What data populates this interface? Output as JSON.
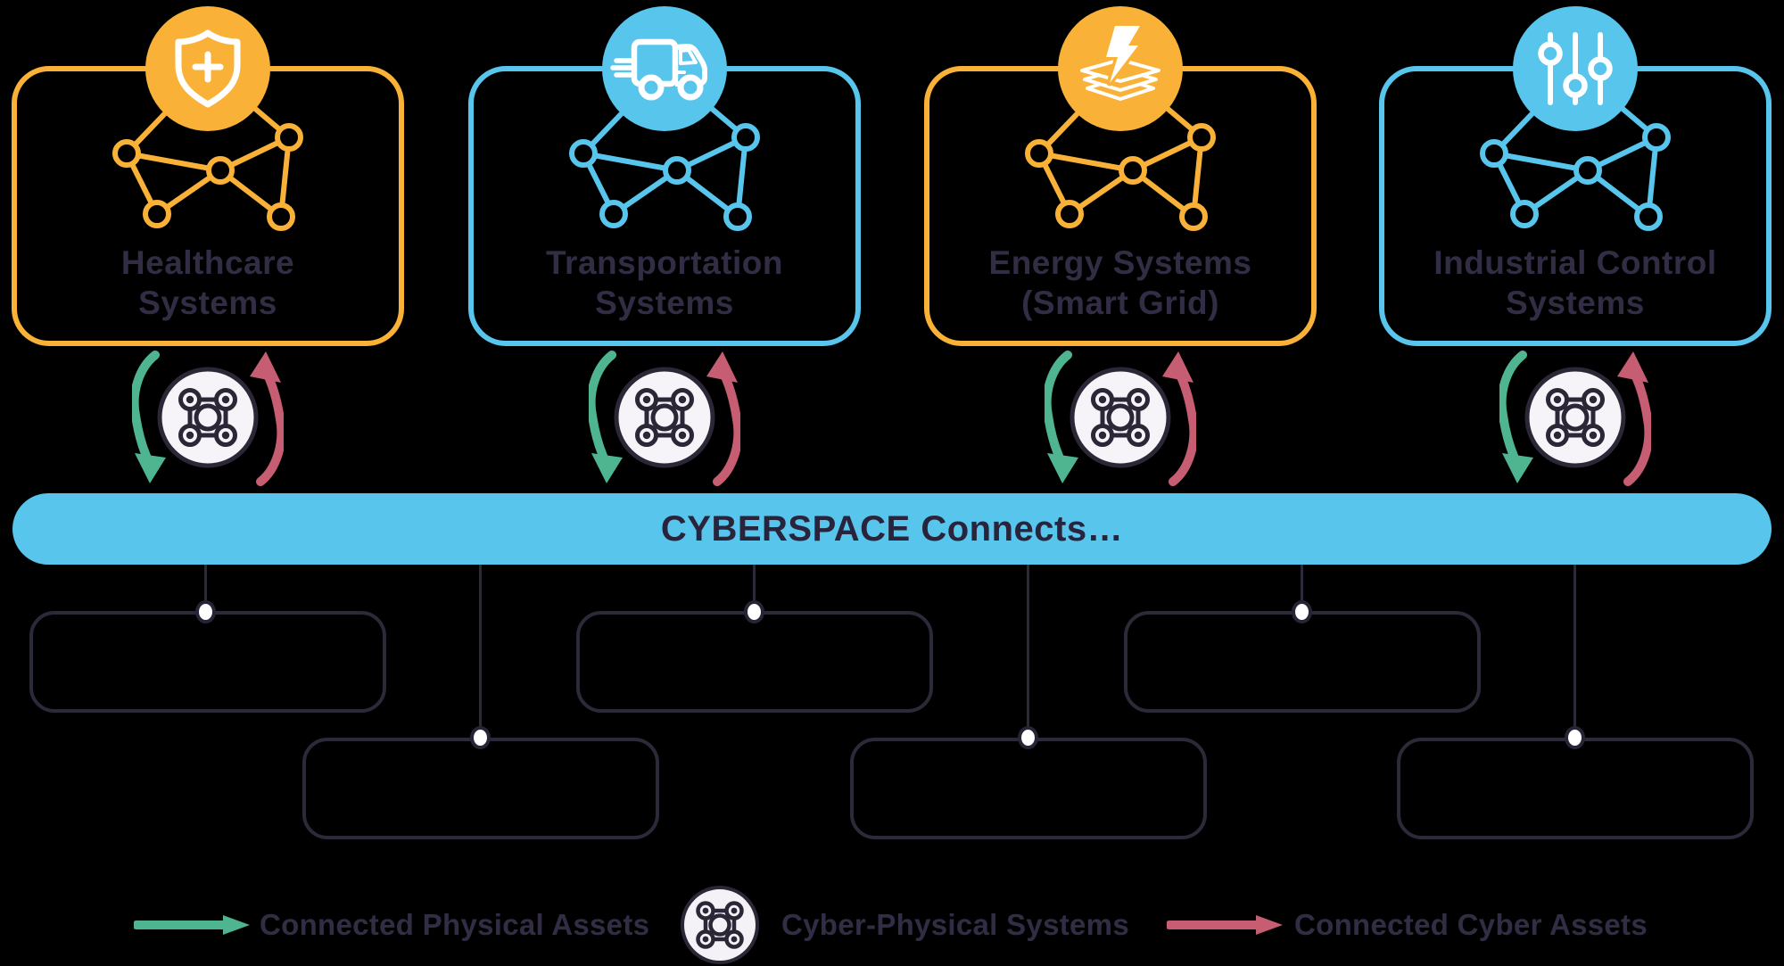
{
  "canvas": {
    "background": "#000000"
  },
  "systems": [
    {
      "name": "Healthcare Systems",
      "title_line1": "Healthcare",
      "title_line2": "Systems",
      "accent_color": "#F9B237",
      "icon": "shield-plus-icon"
    },
    {
      "name": "Transportation Systems",
      "title_line1": "Transportation",
      "title_line2": "Systems",
      "accent_color": "#58C5EC",
      "icon": "delivery-truck-icon"
    },
    {
      "name": "Energy Systems (Smart Grid)",
      "title_line1": "Energy Systems",
      "title_line2": "(Smart Grid)",
      "accent_color": "#F9B237",
      "icon": "energy-layers-icon"
    },
    {
      "name": "Industrial Control Systems",
      "title_line1": "Industrial Control",
      "title_line2": "Systems",
      "accent_color": "#58C5EC",
      "icon": "control-sliders-icon"
    }
  ],
  "cyberspace_bar": {
    "label": "CYBERSPACE Connects…",
    "fill_color": "#58C5EC",
    "text_color": "#29243B"
  },
  "connector_colors": {
    "cps_outline": "#2B2737",
    "green_arrow": "#4FB591",
    "red_arrow": "#C75D72",
    "line": "#2E2939"
  },
  "legend": {
    "items": [
      {
        "icon": "green-arrow-icon",
        "label": "Connected Physical Assets"
      },
      {
        "icon": "cyber-physical-icon",
        "label": "Cyber-Physical Systems"
      },
      {
        "icon": "red-arrow-icon",
        "label": "Connected Cyber Assets"
      }
    ]
  }
}
